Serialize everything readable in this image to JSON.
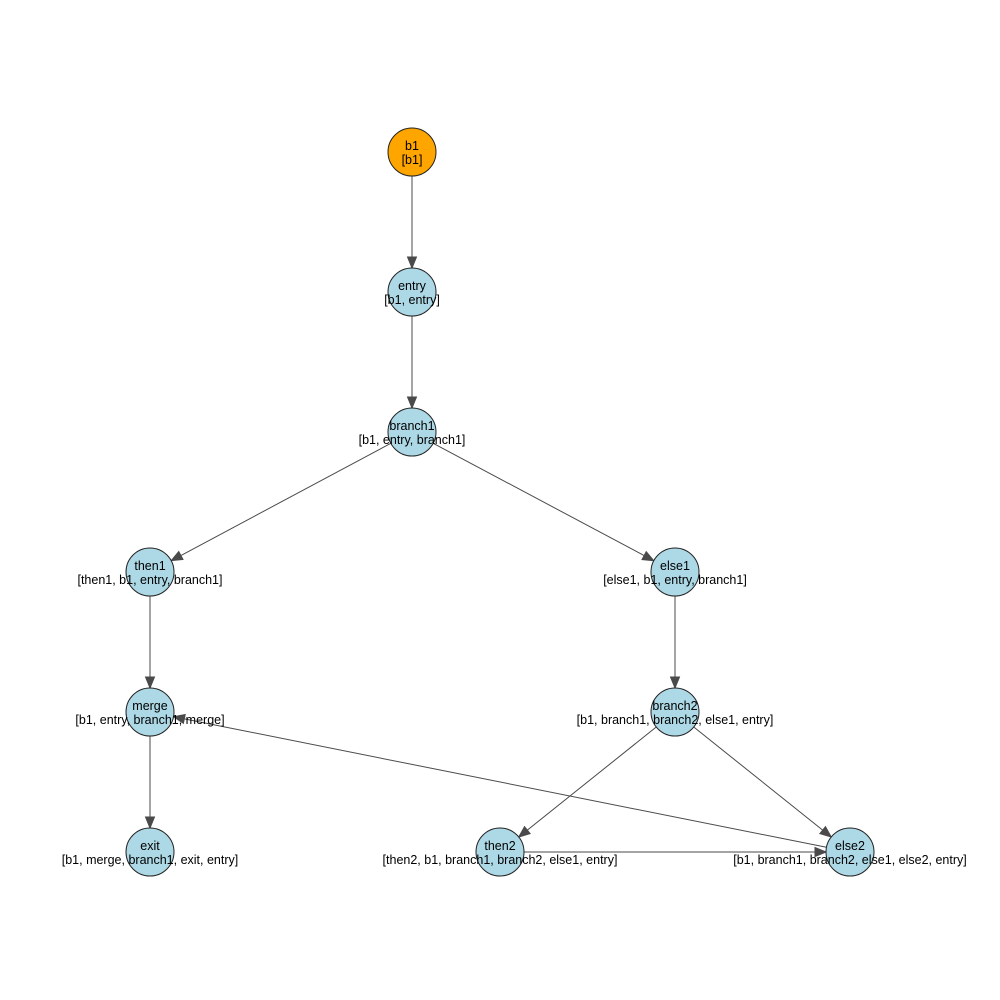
{
  "colors": {
    "start_node": "#FFA500",
    "node": "#ADD8E6",
    "edge": "#4a4a4a",
    "outline": "#222222"
  },
  "nodes": [
    {
      "id": "b1",
      "name": "b1",
      "set": "[b1]",
      "kind": "start"
    },
    {
      "id": "entry",
      "name": "entry",
      "set": "[b1, entry]",
      "kind": "normal"
    },
    {
      "id": "branch1",
      "name": "branch1",
      "set": "[b1, entry, branch1]",
      "kind": "normal"
    },
    {
      "id": "then1",
      "name": "then1",
      "set": "[then1, b1, entry, branch1]",
      "kind": "normal"
    },
    {
      "id": "else1",
      "name": "else1",
      "set": "[else1, b1, entry, branch1]",
      "kind": "normal"
    },
    {
      "id": "merge",
      "name": "merge",
      "set": "[b1, entry, branch1, merge]",
      "kind": "normal"
    },
    {
      "id": "branch2",
      "name": "branch2",
      "set": "[b1, branch1, branch2, else1, entry]",
      "kind": "normal"
    },
    {
      "id": "exit",
      "name": "exit",
      "set": "[b1, merge, branch1, exit, entry]",
      "kind": "normal"
    },
    {
      "id": "then2",
      "name": "then2",
      "set": "[then2, b1, branch1, branch2, else1, entry]",
      "kind": "normal"
    },
    {
      "id": "else2",
      "name": "else2",
      "set": "[b1, branch1, branch2, else1, else2, entry]",
      "kind": "normal"
    }
  ],
  "edges": [
    {
      "from": "b1",
      "to": "entry"
    },
    {
      "from": "entry",
      "to": "branch1"
    },
    {
      "from": "branch1",
      "to": "then1"
    },
    {
      "from": "branch1",
      "to": "else1"
    },
    {
      "from": "then1",
      "to": "merge"
    },
    {
      "from": "else1",
      "to": "branch2"
    },
    {
      "from": "merge",
      "to": "exit"
    },
    {
      "from": "branch2",
      "to": "then2"
    },
    {
      "from": "branch2",
      "to": "else2"
    },
    {
      "from": "then2",
      "to": "else2"
    },
    {
      "from": "else2",
      "to": "merge"
    }
  ]
}
